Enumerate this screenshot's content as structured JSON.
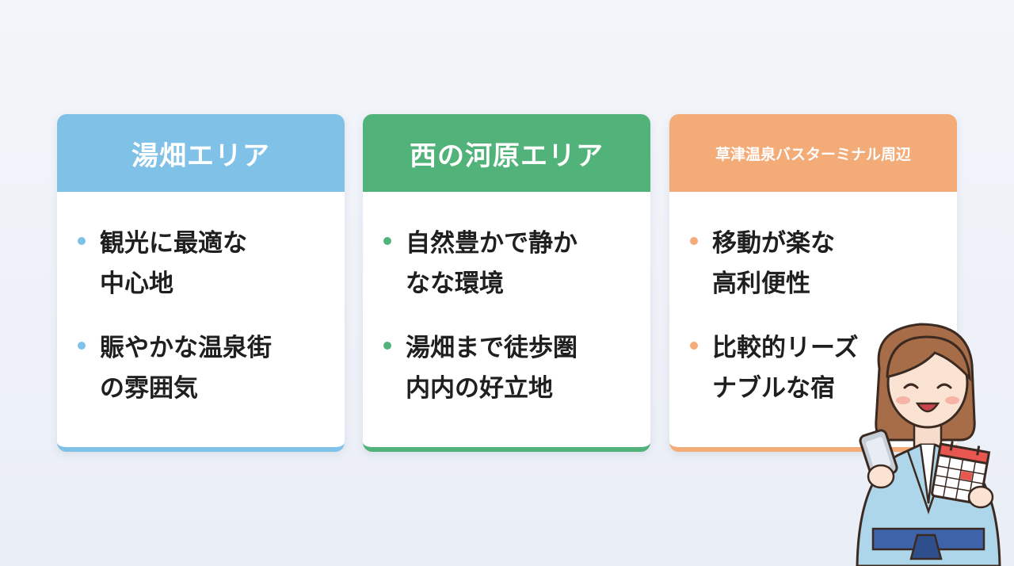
{
  "cards": [
    {
      "title": "湯畑エリア",
      "accent": "#80c1e8",
      "items": [
        "観光に最適な\n中心地",
        "賑やかな温泉街\nの雰囲気"
      ]
    },
    {
      "title": "西の河原エリア",
      "accent": "#52b37a",
      "items": [
        "自然豊かで静か\nなな環境",
        "湯畑まで徒歩圏\n内内の好立地"
      ]
    },
    {
      "title": "草津温泉バスターミナル周辺",
      "accent": "#f3ab78",
      "items": [
        "移動が楽な\n高利便性",
        "比較的リーズ\nナブルな宿"
      ]
    }
  ],
  "mascot": {
    "icons": [
      "smartphone-icon",
      "calendar-icon"
    ]
  }
}
